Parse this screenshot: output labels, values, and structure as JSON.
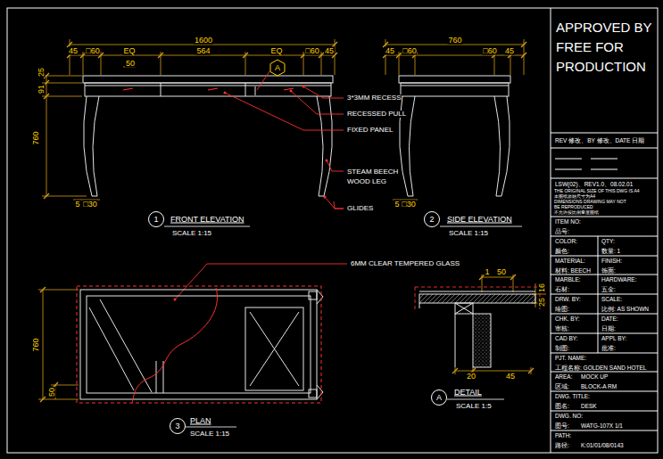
{
  "diagram": {
    "nodes": [
      {
        "text": [
          "APPROVED BY FREE FOR PRODUCTION"
        ]
      },
      {
        "text": [
          "1"
        ]
      },
      {
        "text": [
          "2"
        ]
      },
      {
        "text": [
          "3"
        ]
      },
      {
        "text": [
          "A"
        ]
      },
      {
        "text": [
          "A"
        ]
      }
    ],
    "labels": [
      "45",
      "□60",
      "EQ",
      "1600",
      "564",
      "EQ",
      "□60",
      "45",
      "50",
      "25",
      "91",
      "760",
      "5",
      "□30",
      "760",
      "45",
      "□60",
      "□60",
      "45",
      "3*3MM RECESS",
      "RECESSED PULL",
      "FIXED PANEL",
      "STEAM BEECH WOOD LEG",
      "GLIDES",
      "5",
      "□30",
      "FRONT ELEVATION",
      "SCALE 1:15",
      "SIDE ELEVATION",
      "SCALE 1:15",
      "6MM CLEAR TEMPERED GLASS",
      "760",
      "50",
      "PLAN",
      "SCALE 1:15",
      "1",
      "50",
      "16",
      "25",
      "20",
      "45",
      "DETAIL",
      "SCALE 1:5",
      "REV 修改、BY 修改、DATE 日期",
      "LSW(02)、REV1.0、08.02.01",
      "THE ORIGINAL SIZE OF THIS DWG IS A4",
      "本图纸原始尺寸为A4",
      "DIMENSIONS DRAWING MAY NOT",
      "BE REPRODUCED",
      "不允许按比例量度图纸",
      "ITEM NO:",
      "品号:",
      "COLOR:",
      "QTY:",
      "颜色:",
      "数量: 1",
      "MATERIAL:",
      "FINISH:",
      "材料: BEECH",
      "饰面:",
      "MARBLE:",
      "HARDWARE:",
      "石材:",
      "五金:",
      "DRW. BY:",
      "SCALE:",
      "绘图:",
      "比例: AS SHOWN",
      "CHK. BY:",
      "DATE:",
      "审核:",
      "日期:",
      "CAD BY:",
      "APPL BY:",
      "制图:",
      "批准:",
      "PJT. NAME:",
      "工程名称: GOLDEN SAND HOTEL",
      "AREA:",
      "MOCK UP",
      "区域:",
      "BLOCK-A RM",
      "DWG. TITLE:",
      "图名:",
      "DESK",
      "DWG. NO:",
      "图号:",
      "WATG-107X 1/1",
      "PATH:",
      "路径:",
      "K:01/01/08/0143"
    ]
  }
}
